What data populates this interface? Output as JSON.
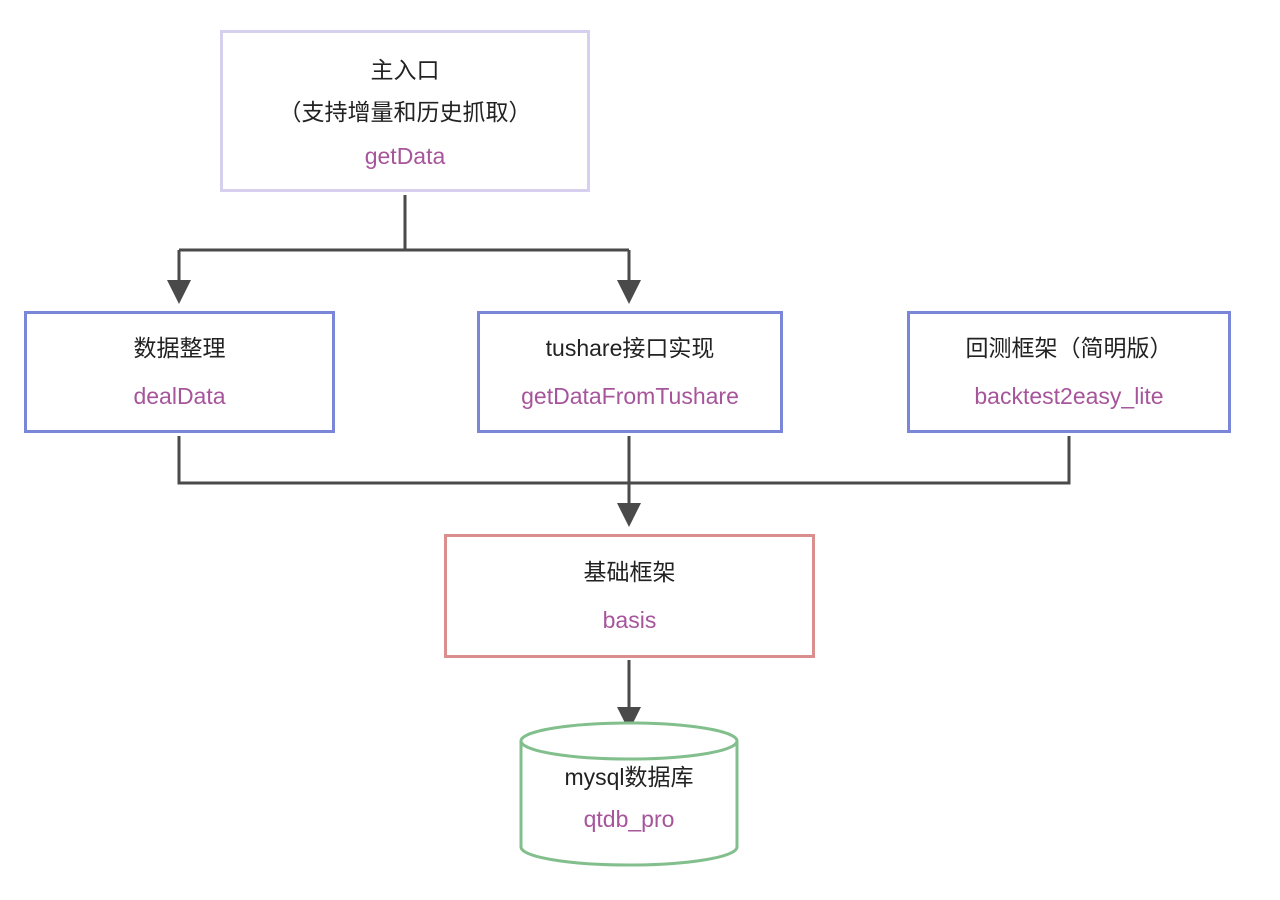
{
  "diagram": {
    "type": "flowchart",
    "background": "#ffffff",
    "edge_color": "#4a4a4a",
    "code_text_color": "#a7559b",
    "title_text_color": "#222222",
    "nodes": [
      {
        "id": "getData",
        "shape": "rect",
        "title": "主入口",
        "subtitle": "（支持增量和历史抓取）",
        "code": "getData",
        "border_color": "#d7cff0"
      },
      {
        "id": "dealData",
        "shape": "rect",
        "title": "数据整理",
        "code": "dealData",
        "border_color": "#7a86d8"
      },
      {
        "id": "getDataFromTushare",
        "shape": "rect",
        "title": "tushare接口实现",
        "code": "getDataFromTushare",
        "border_color": "#7a86d8"
      },
      {
        "id": "backtest2easy_lite",
        "shape": "rect",
        "title": "回测框架（简明版）",
        "code": "backtest2easy_lite",
        "border_color": "#7a86d8"
      },
      {
        "id": "basis",
        "shape": "rect",
        "title": "基础框架",
        "code": "basis",
        "border_color": "#d88f8d"
      },
      {
        "id": "qtdb_pro",
        "shape": "cylinder",
        "title": "mysql数据库",
        "code": "qtdb_pro",
        "border_color": "#82bf8c"
      }
    ],
    "edges": [
      {
        "from": "getData",
        "to": "dealData"
      },
      {
        "from": "getData",
        "to": "getDataFromTushare"
      },
      {
        "from": "dealData",
        "to": "basis"
      },
      {
        "from": "getDataFromTushare",
        "to": "basis"
      },
      {
        "from": "backtest2easy_lite",
        "to": "basis"
      },
      {
        "from": "basis",
        "to": "qtdb_pro"
      }
    ]
  }
}
